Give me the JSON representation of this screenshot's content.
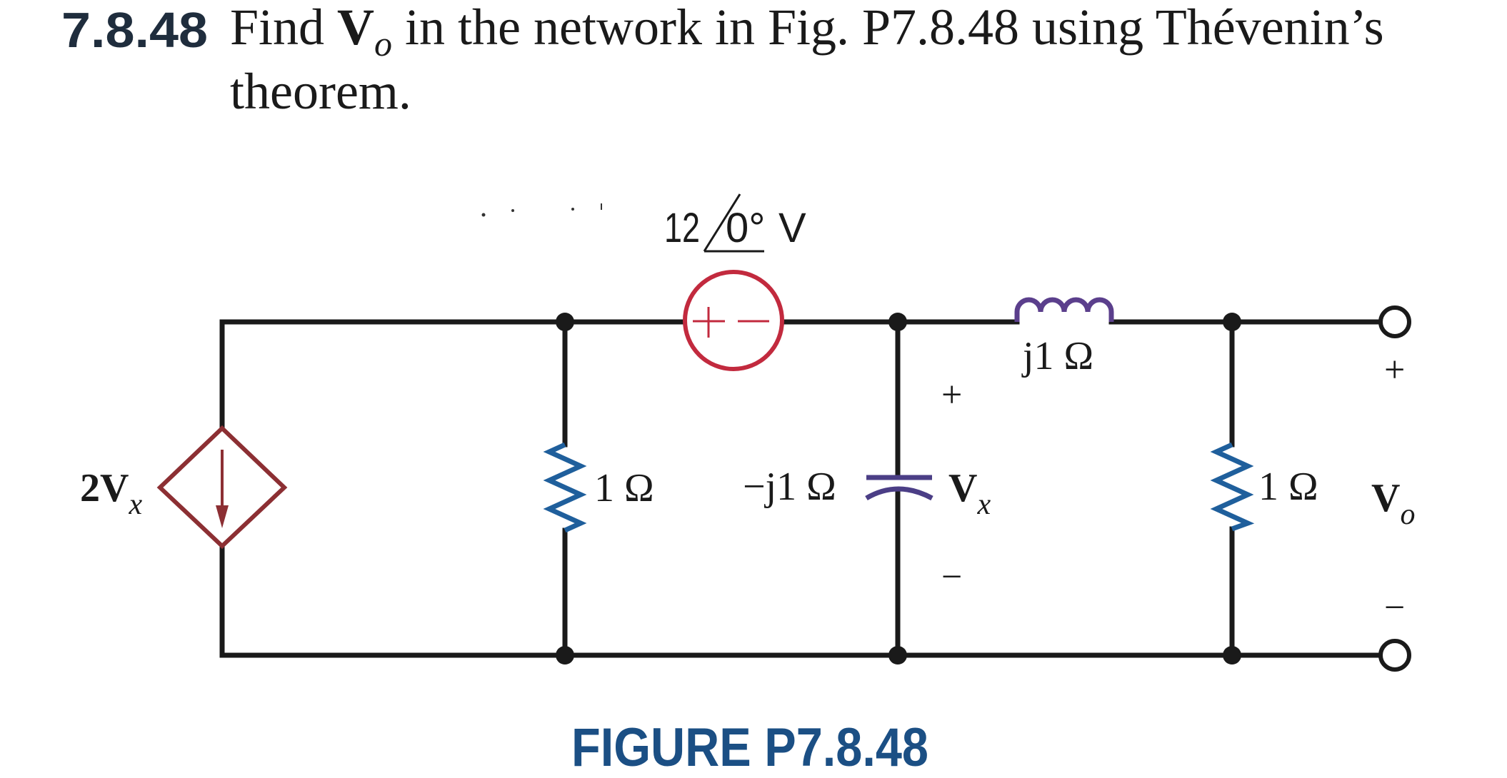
{
  "problem": {
    "number": "7.8.48",
    "line1_prefix": "Find ",
    "line1_var": "V",
    "line1_var_sub": "o",
    "line1_suffix": " in the network in Fig. P7.8.48 using Thévenin’s",
    "line2": "theorem."
  },
  "figure": {
    "caption": "FIGURE P7.8.48",
    "components": {
      "dependent_source": {
        "label_main": "2V",
        "label_sub": "x",
        "type": "dependent current source",
        "direction": "down"
      },
      "resistor_left": {
        "label": "1 Ω"
      },
      "voltage_source": {
        "magnitude": "12",
        "angle": "0°",
        "unit": "V",
        "plus": "+",
        "minus": "−"
      },
      "capacitor": {
        "label": "−j1 Ω"
      },
      "vx": {
        "label_main": "V",
        "label_sub": "x",
        "plus": "+",
        "minus": "−"
      },
      "inductor": {
        "label": "j1 Ω"
      },
      "resistor_right": {
        "label": "1 Ω"
      },
      "output": {
        "label_main": "V",
        "label_sub": "o",
        "plus": "+",
        "minus": "−"
      }
    },
    "colors": {
      "wire": "#1a1a1a",
      "resistor": "#1f5f9c",
      "inductor": "#5b3f8c",
      "capacitor": "#4b3e86",
      "voltage_source": "#c22a3e",
      "dependent_source": "#8c2f33",
      "caption": "#1b4f84",
      "problem_number": "#1f2d3d"
    }
  }
}
